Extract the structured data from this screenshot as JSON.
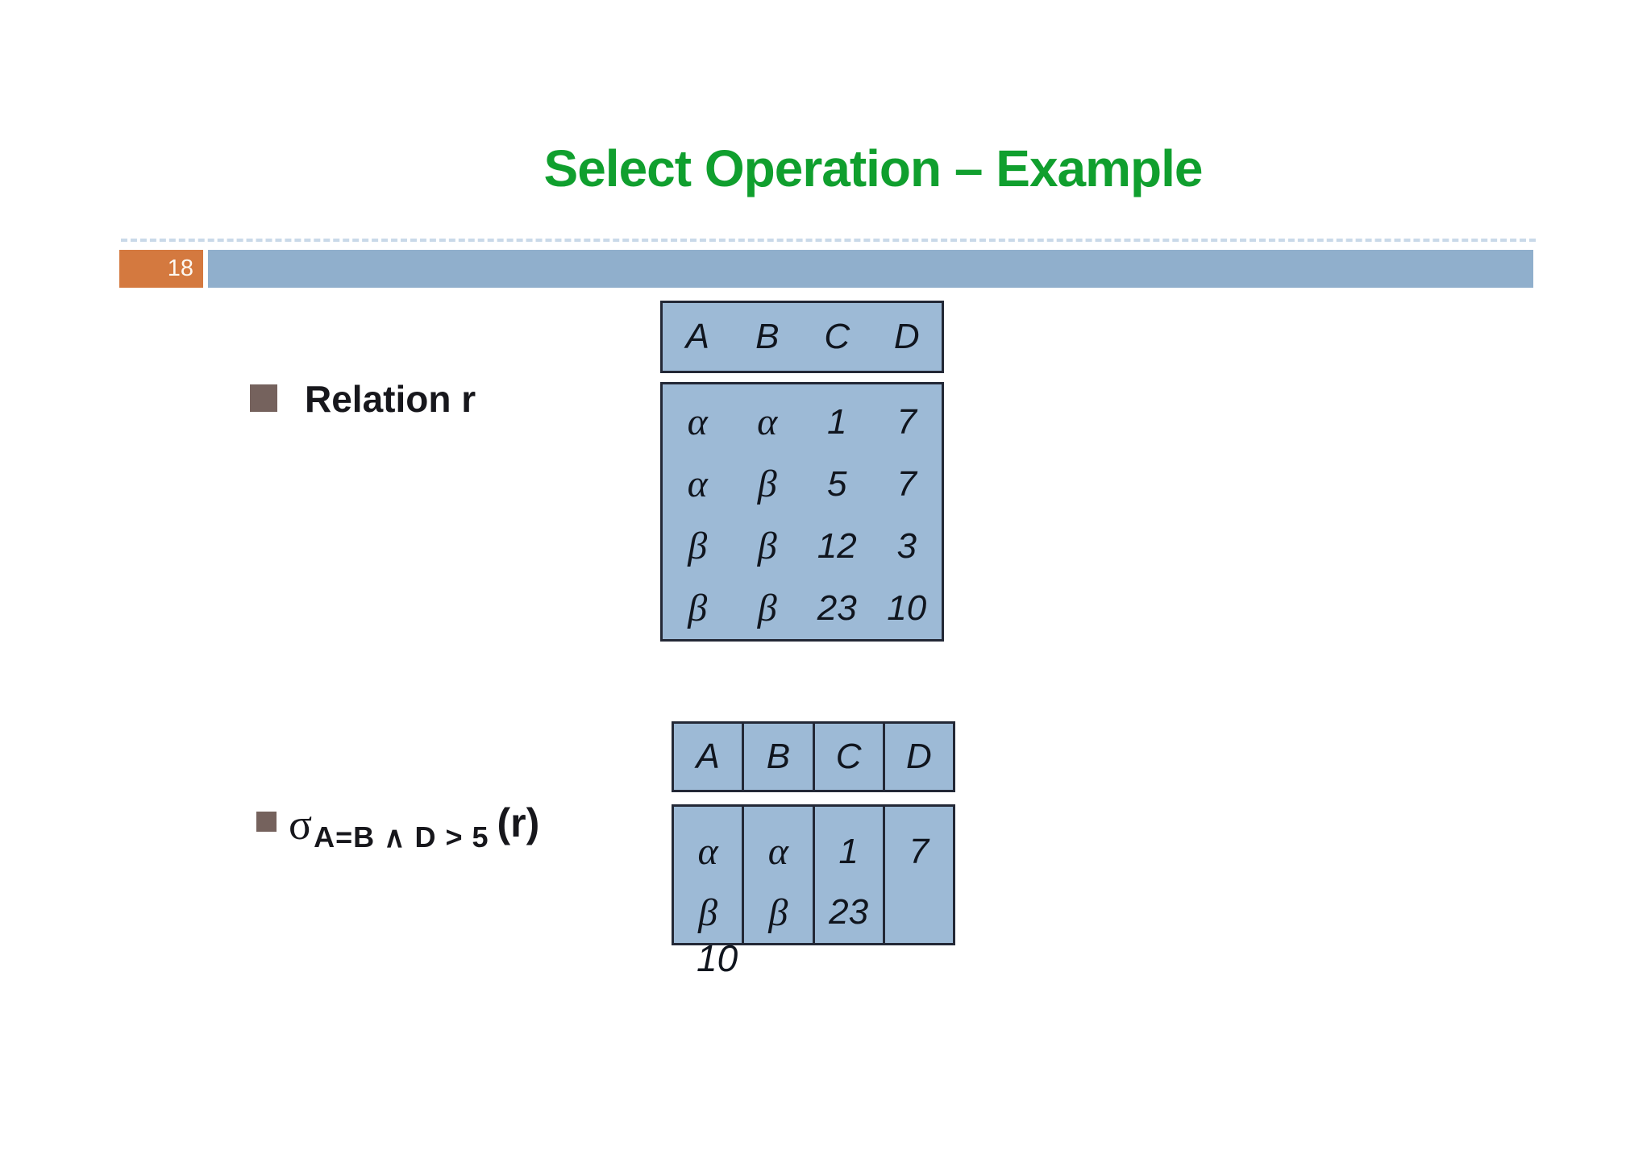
{
  "slide": {
    "title": "Select Operation – Example",
    "page_number": "18"
  },
  "colors": {
    "title_green": "#109f2e",
    "header_bar_blue": "#90afcc",
    "table_fill_blue": "#9dbad6",
    "page_box_orange": "#d4793f",
    "bullet_square_brown": "#75625d",
    "table_border_dark": "#232836"
  },
  "content": {
    "relation_bullet_label": "Relation r",
    "selection_expression": {
      "operator": "σ",
      "subscript": "A=B ∧ D > 5",
      "operand": "(r)"
    }
  },
  "relation_table": {
    "headers": [
      "A",
      "B",
      "C",
      "D"
    ],
    "rows": [
      [
        "α",
        "α",
        "1",
        "7"
      ],
      [
        "α",
        "β",
        "5",
        "7"
      ],
      [
        "β",
        "β",
        "12",
        "3"
      ],
      [
        "β",
        "β",
        "23",
        "10"
      ]
    ]
  },
  "result_table": {
    "headers": [
      "A",
      "B",
      "C",
      "D"
    ],
    "rows": [
      [
        "α",
        "α",
        "1",
        "7"
      ],
      [
        "β",
        "β",
        "23",
        ""
      ]
    ],
    "overflow_value": "10"
  }
}
